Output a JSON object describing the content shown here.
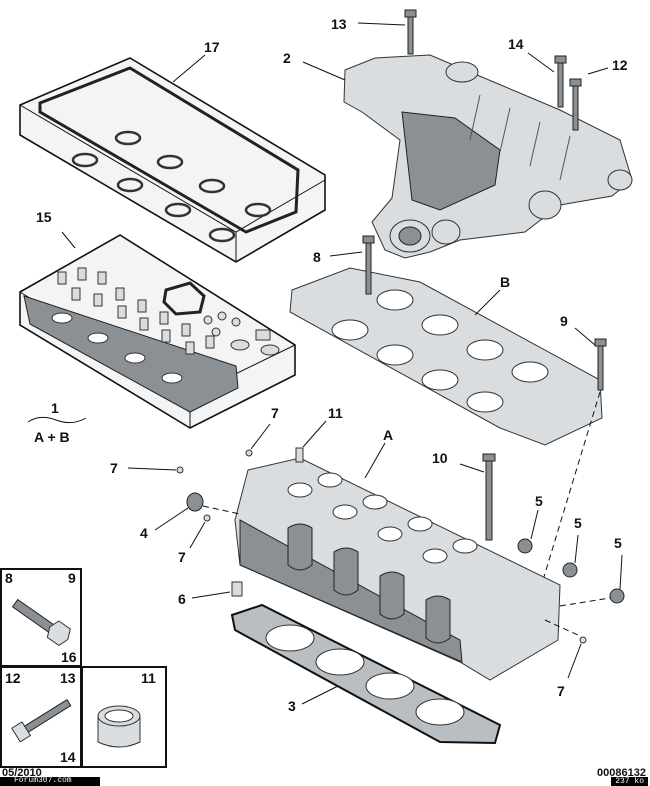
{
  "callouts": {
    "c1": "1",
    "c1_sub": "A + B",
    "c2": "2",
    "c3": "3",
    "c4": "4",
    "c5a": "5",
    "c5b": "5",
    "c5c": "5",
    "c6": "6",
    "c7a": "7",
    "c7b": "7",
    "c7c": "7",
    "c7d": "7",
    "c8": "8",
    "c9": "9",
    "c10": "10",
    "c11": "11",
    "c12": "12",
    "c13": "13",
    "c14": "14",
    "c15": "15",
    "c17": "17",
    "cA": "A",
    "cB": "B"
  },
  "insets": {
    "bolt": {
      "tl": "8",
      "tr": "9",
      "br": "16"
    },
    "screw": {
      "tl": "12",
      "tr": "13",
      "br": "14"
    },
    "dowel": {
      "tr": "11"
    }
  },
  "footer": {
    "date": "05/2010",
    "reference": "00086132",
    "watermark": "Forum307.com",
    "size": "237 ko"
  }
}
